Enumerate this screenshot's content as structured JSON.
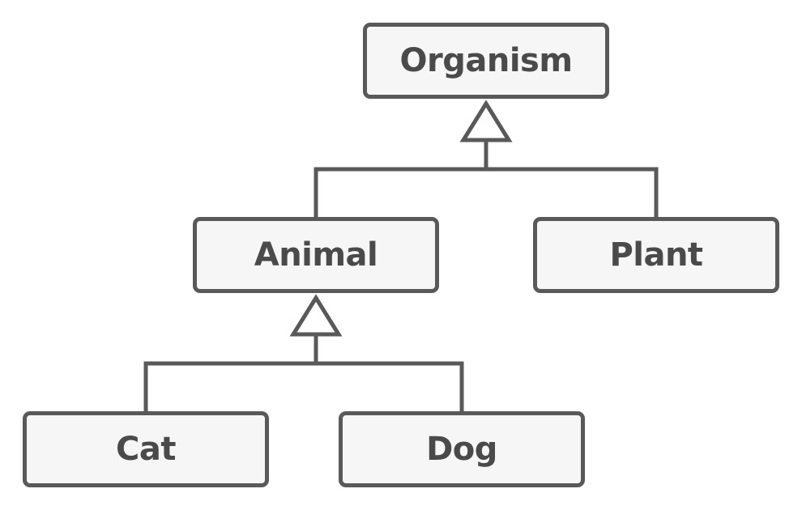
{
  "classes": {
    "organism": {
      "label": "Organism"
    },
    "animal": {
      "label": "Animal"
    },
    "plant": {
      "label": "Plant"
    },
    "cat": {
      "label": "Cat"
    },
    "dog": {
      "label": "Dog"
    }
  },
  "relationships": [
    {
      "from": "animal",
      "to": "organism",
      "type": "inheritance"
    },
    {
      "from": "plant",
      "to": "organism",
      "type": "inheritance"
    },
    {
      "from": "cat",
      "to": "animal",
      "type": "inheritance"
    },
    {
      "from": "dog",
      "to": "animal",
      "type": "inheritance"
    }
  ],
  "colors": {
    "stroke": "#595959",
    "box_fill": "#f6f6f6",
    "text": "#4a4a4a"
  }
}
